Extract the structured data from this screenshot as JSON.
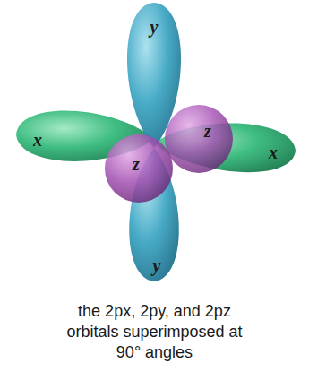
{
  "diagram": {
    "caption": "the 2px, 2py, and 2pz orbitals superimposed at 90° angles",
    "labels": [
      "y",
      "x",
      "z",
      "x",
      "z",
      "y"
    ]
  }
}
